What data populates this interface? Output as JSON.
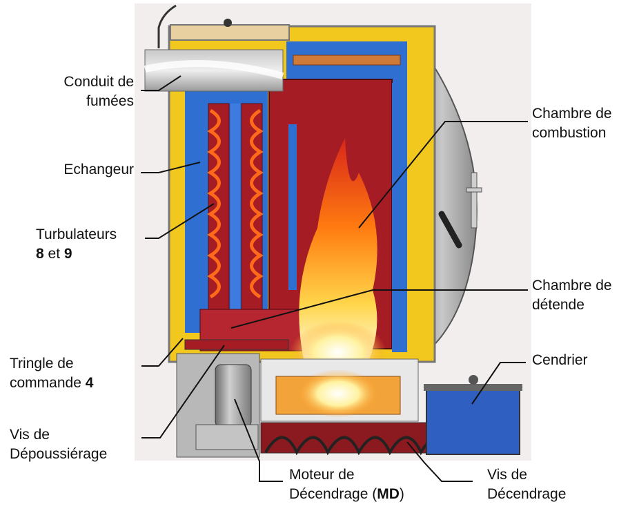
{
  "labels": {
    "conduit": {
      "line1": "Conduit de",
      "line2": "fumées"
    },
    "echangeur": {
      "line1": "Echangeur"
    },
    "turbulateurs": {
      "line1": "Turbulateurs",
      "num_a": "8",
      "conj": " et ",
      "num_b": "9"
    },
    "tringle": {
      "line1": "Tringle de",
      "line2_text": "commande ",
      "line2_num": "4"
    },
    "vis_depoussierage": {
      "line1": "Vis de",
      "line2": "Dépoussiérage"
    },
    "chambre_combustion": {
      "line1": "Chambre de",
      "line2": "combustion"
    },
    "chambre_detende": {
      "line1": "Chambre de",
      "line2": "détende"
    },
    "cendrier": {
      "line1": "Cendrier"
    },
    "moteur": {
      "line1": "Moteur de",
      "line2_text": "Décendrage (",
      "line2_bold": "MD",
      "line2_end": ")"
    },
    "vis_decendrage": {
      "line1": "Vis de",
      "line2": "Décendrage"
    }
  },
  "colors": {
    "insulation": "#f2c81e",
    "water_jacket": "#2f6fd1",
    "chamber": "#a61c24",
    "steel": "#9a9a9a",
    "flame": "#ff8c10"
  },
  "icons": [
    "motor-icon",
    "screw-conveyor-icon",
    "flame-icon",
    "door-handle-icon"
  ]
}
